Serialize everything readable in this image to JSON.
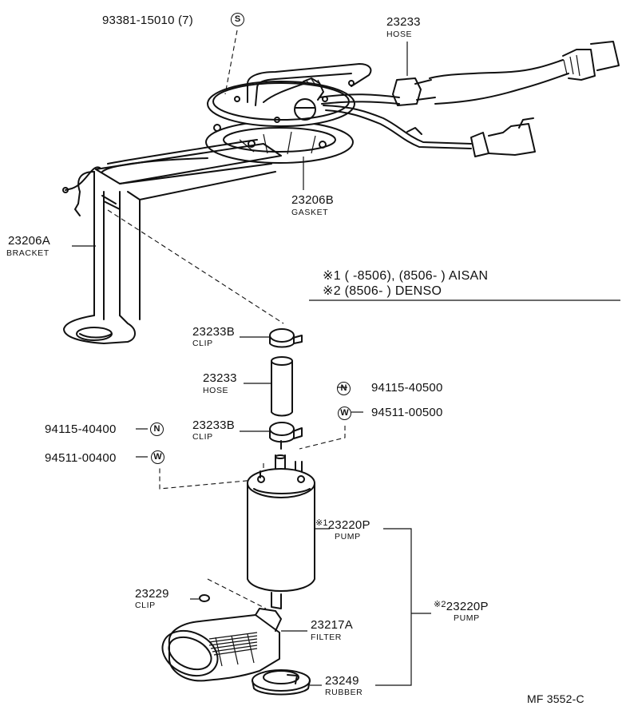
{
  "header": {
    "top_screw_pn": "93381-15010 (7)",
    "top_screw_symbol": "S"
  },
  "parts": {
    "hose_top": {
      "pn": "23233",
      "name": "HOSE"
    },
    "gasket": {
      "pn": "23206B",
      "name": "GASKET"
    },
    "bracket": {
      "pn": "23206A",
      "name": "BRACKET"
    },
    "clip_upper": {
      "pn": "23233B",
      "name": "CLIP"
    },
    "hose_mid": {
      "pn": "23233",
      "name": "HOSE"
    },
    "clip_lower": {
      "pn": "23233B",
      "name": "CLIP"
    },
    "nut_right": {
      "pn": "94115-40500",
      "symbol": "N"
    },
    "washer_right": {
      "pn": "94511-00500",
      "symbol": "W"
    },
    "nut_left": {
      "pn": "94115-40400",
      "symbol": "N"
    },
    "washer_left": {
      "pn": "94511-00400",
      "symbol": "W"
    },
    "pump_aisan": {
      "mark": "※1",
      "pn": "23220P",
      "name": "PUMP"
    },
    "pump_denso": {
      "mark": "※2",
      "pn": "23220P",
      "name": "PUMP"
    },
    "clip_small": {
      "pn": "23229",
      "name": "CLIP"
    },
    "filter": {
      "pn": "23217A",
      "name": "FILTER"
    },
    "rubber": {
      "pn": "23249",
      "name": "RUBBER"
    }
  },
  "notes": {
    "note1": "※1 (       -8506), (8506-          ) AISAN",
    "note2": "※2 (8506-          ) DENSO"
  },
  "footer": {
    "code": "MF 3552-C"
  }
}
